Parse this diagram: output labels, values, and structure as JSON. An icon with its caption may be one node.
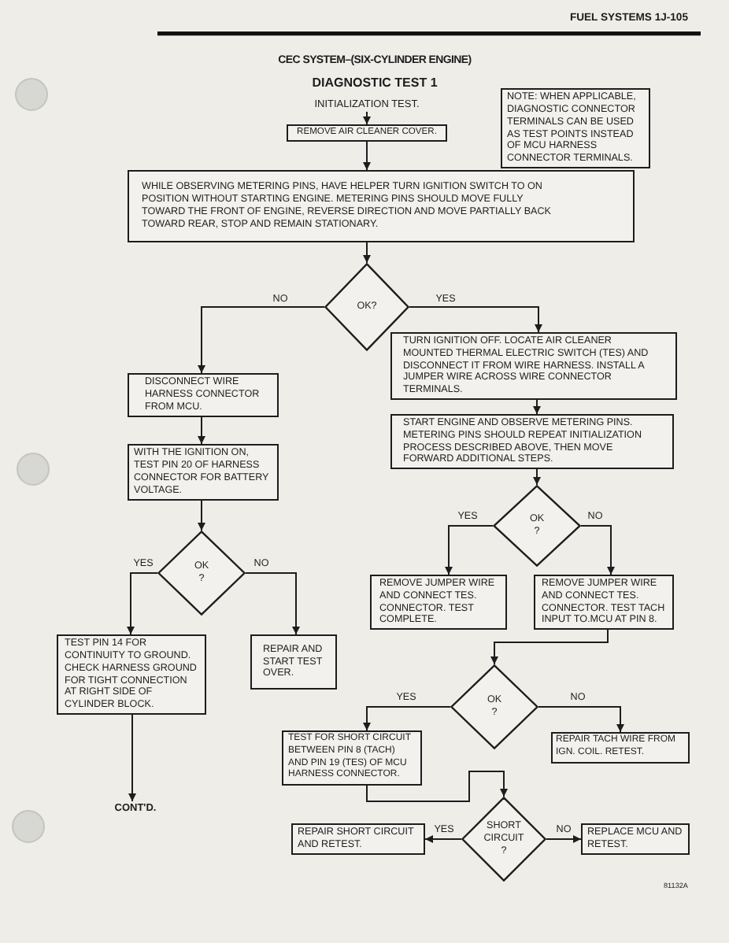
{
  "diagram": {
    "title": "CEC SYSTEM–(SIX-CYLINDER ENGINE)",
    "nodes": [
      {
        "text": [
          "INITIALIZATION TEST."
        ]
      },
      {
        "text": [
          "REMOVE AIR CLEANER COVER."
        ]
      },
      {
        "text": [
          "NOTE: WHEN APPLICABLE, DIAGNOSTIC CONNECTOR TERMINALS CAN BE USED AS TEST POINTS INSTEAD OF MCU HARNESS CONNECTOR TERMINALS."
        ]
      },
      {
        "text": [
          "WHILE OBSERVING METERING PINS, HAVE HELPER TURN IGNITION SWITCH TO ON POSITION WITHOUT STARTING ENGINE. METERING PINS SHOULD MOVE FULLY TOWARD THE FRONT OF ENGINE, REVERSE DIRECTION AND MOVE PARTIALLY BACK TOWARD REAR, STOP AND REMAIN STATIONARY."
        ]
      },
      {
        "text": [
          "OK?"
        ]
      },
      {
        "text": [
          "DISCONNECT WIRE HARNESS CONNECTOR FROM MCU."
        ]
      },
      {
        "text": [
          "TURN IGNITION OFF. LOCATE AIR CLEANER MOUNTED THERMAL ELECTRIC SWITCH (TES) AND DISCONNECT IT FROM WIRE HARNESS. INSTALL A JUMPER WIRE ACROSS WIRE CONNECTOR TERMINALS."
        ]
      },
      {
        "text": [
          "WITH THE IGNITION ON, TEST PIN 20 OF HARNESS CONNECTOR FOR BATTERY VOLTAGE."
        ]
      },
      {
        "text": [
          "START ENGINE AND OBSERVE METERING PINS. METERING PINS SHOULD REPEAT INITIALIZATION PROCESS DESCRIBED ABOVE, THEN MOVE FORWARD ADDITIONAL STEPS."
        ]
      },
      {
        "text": [
          "OK ?"
        ]
      },
      {
        "text": [
          "OK ?"
        ]
      },
      {
        "text": [
          "TEST PIN 14 FOR CONTINUITY TO GROUND. CHECK HARNESS GROUND FOR TIGHT CONNECTION AT RIGHT SIDE OF CYLINDER BLOCK."
        ]
      },
      {
        "text": [
          "REPAIR AND START TEST OVER."
        ]
      },
      {
        "text": [
          "CONT'D."
        ]
      },
      {
        "text": [
          "REMOVE JUMPER WIRE AND CONNECT TES. CONNECTOR. TEST COMPLETE."
        ]
      },
      {
        "text": [
          "REMOVE JUMPER WIRE AND CONNECT TES. CONNECTOR. TEST TACH INPUT TO.MCU AT PIN 8."
        ]
      },
      {
        "text": [
          "OK ?"
        ]
      },
      {
        "text": [
          "TEST FOR SHORT CIRCUIT BETWEEN PIN 8 (TACH) AND PIN 19 (TES) OF MCU HARNESS CONNECTOR."
        ]
      },
      {
        "text": [
          "REPAIR TACH WIRE FROM IGN. COIL. RETEST."
        ]
      },
      {
        "text": [
          "SHORT CIRCUIT ?"
        ]
      },
      {
        "text": [
          "REPAIR SHORT CIRCUIT AND RETEST."
        ]
      },
      {
        "text": [
          "REPLACE MCU AND RETEST."
        ]
      }
    ],
    "edges": [
      {
        "from": 0,
        "to": 1,
        "arrow": "to"
      },
      {
        "from": 1,
        "to": 3,
        "arrow": "to"
      },
      {
        "from": 3,
        "to": 4,
        "arrow": "to"
      },
      {
        "from": 4,
        "to": 5,
        "arrow": "to",
        "label": "NO"
      },
      {
        "from": 4,
        "to": 6,
        "arrow": "to",
        "label": "YES"
      },
      {
        "from": 5,
        "to": 7,
        "arrow": "to"
      },
      {
        "from": 7,
        "to": 9,
        "arrow": "to"
      },
      {
        "from": 6,
        "to": 8,
        "arrow": "to"
      },
      {
        "from": 8,
        "to": 10,
        "arrow": "to"
      },
      {
        "from": 9,
        "to": 11,
        "arrow": "to",
        "label": "YES"
      },
      {
        "from": 9,
        "to": 12,
        "arrow": "to",
        "label": "NO"
      },
      {
        "from": 11,
        "to": 13,
        "arrow": "to"
      },
      {
        "from": 10,
        "to": 14,
        "arrow": "to",
        "label": "YES"
      },
      {
        "from": 10,
        "to": 15,
        "arrow": "to",
        "label": "NO"
      },
      {
        "from": 15,
        "to": 16,
        "arrow": "to"
      },
      {
        "from": 16,
        "to": 17,
        "arrow": "to",
        "label": "YES"
      },
      {
        "from": 16,
        "to": 18,
        "arrow": "to",
        "label": "NO"
      },
      {
        "from": 17,
        "to": 19,
        "arrow": "to"
      },
      {
        "from": 19,
        "to": 20,
        "arrow": "to",
        "label": "YES"
      },
      {
        "from": 19,
        "to": 21,
        "arrow": "to",
        "label": "NO"
      }
    ],
    "labels": [
      "FUEL SYSTEMS 1J-105",
      "DIAGNOSTIC TEST 1",
      "81132A"
    ]
  }
}
